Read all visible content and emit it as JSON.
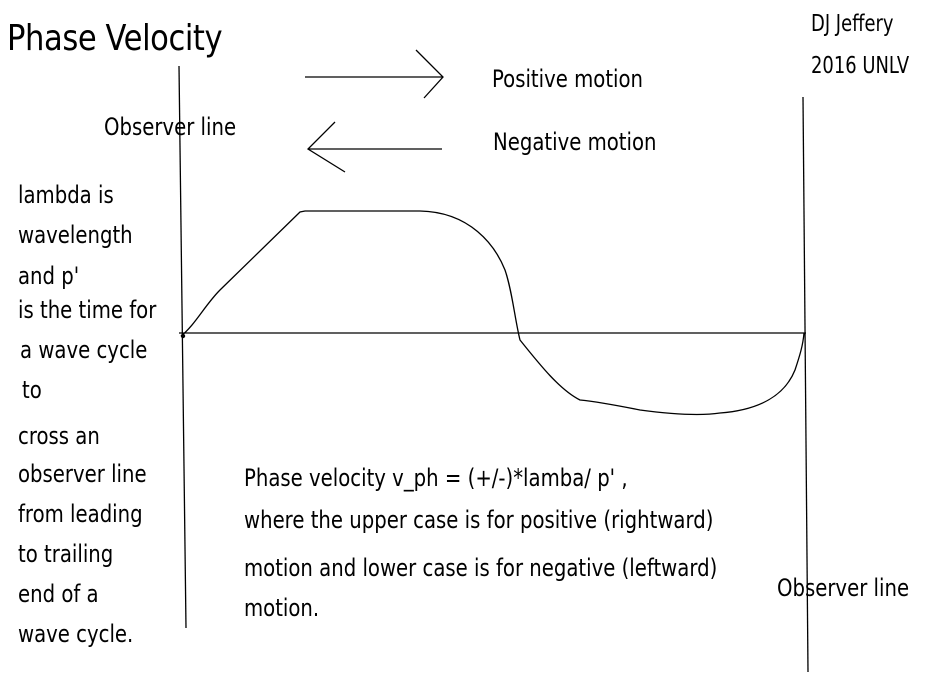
{
  "title": "Phase Velocity",
  "credit": {
    "line1": "DJ Jeffery",
    "line2": "2016 UNLV"
  },
  "legend": {
    "positive": "Positive motion",
    "negative": "Negative motion"
  },
  "observer_left": "Observer line",
  "observer_right": "Observer line",
  "side_note": [
    "lambda is",
    "wavelength",
    "and  p'",
    "is  the time for",
    "a wave cycle",
    "to",
    "cross an",
    "observer line",
    "from leading",
    "to trailing",
    "end of a",
    "wave cycle."
  ],
  "formula": [
    "Phase velocity v_ph = (+/-)*lamba/ p'  ,",
    " where the upper case is for positive  (rightward)",
    "motion and lower case is for negative (leftward)",
    "motion."
  ]
}
